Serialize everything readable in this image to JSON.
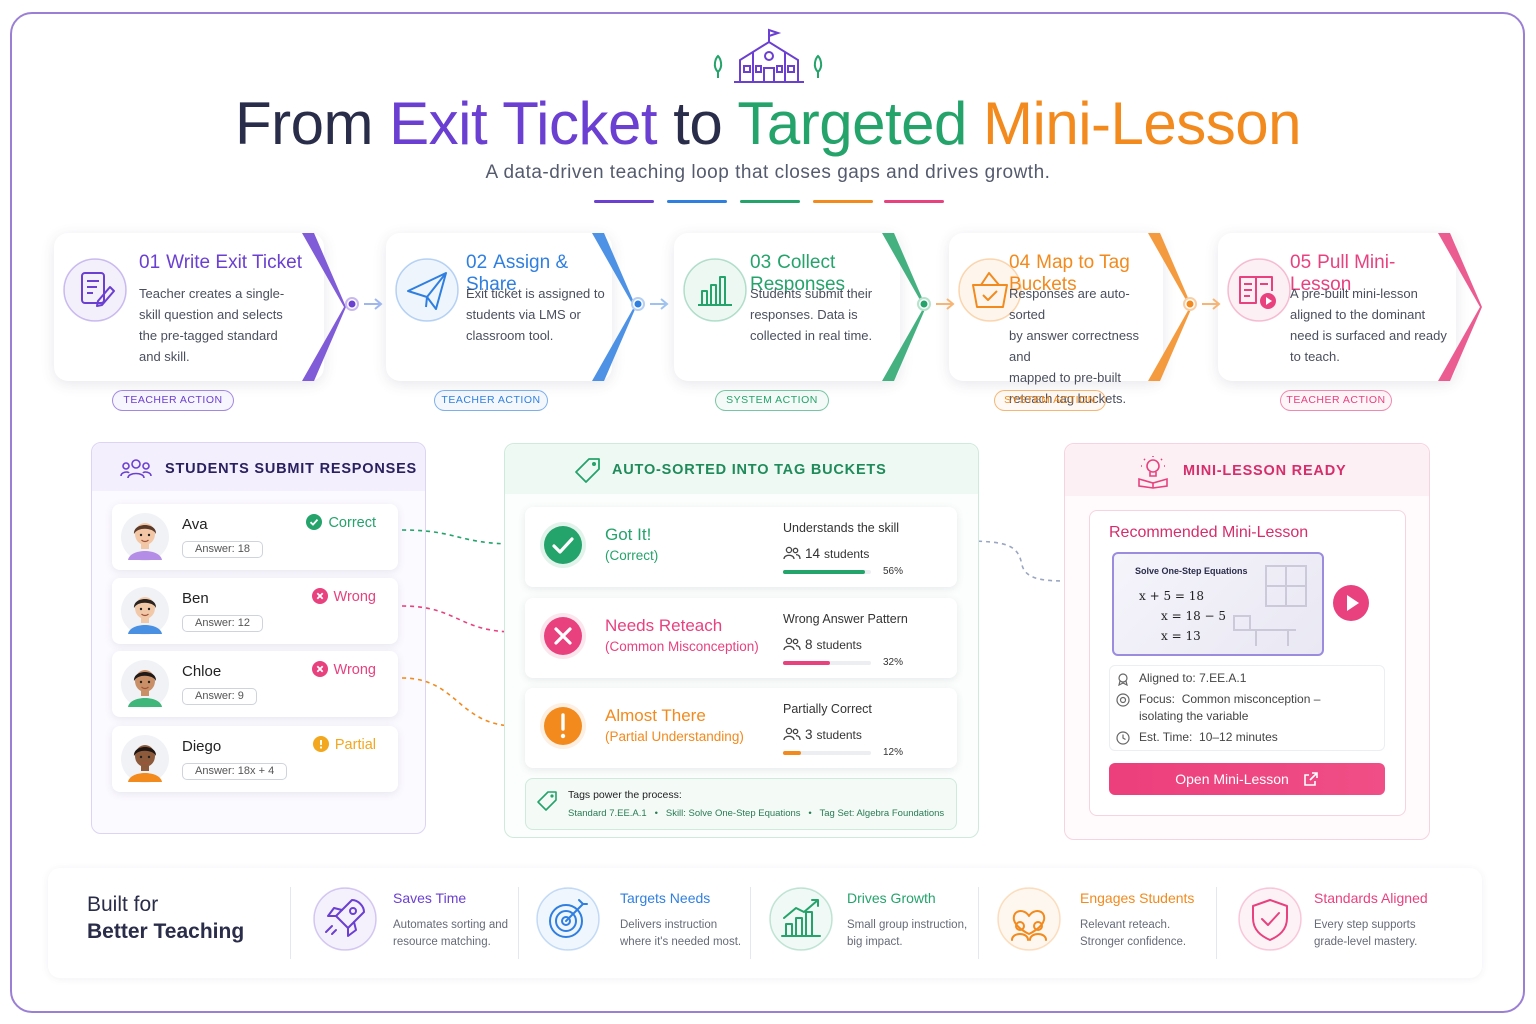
{
  "header": {
    "title_parts": [
      "From",
      "Exit Ticket",
      "to",
      "Targeted",
      "Mini-Lesson"
    ],
    "subtitle": "A data-driven teaching loop that closes gaps and drives growth.",
    "bar_colors": [
      "#6a3fd1",
      "#2f7fe0",
      "#24a36b",
      "#f28a1e",
      "#e8417e"
    ]
  },
  "steps": [
    {
      "num": "01",
      "title": "Write Exit Ticket",
      "desc": [
        "Teacher creates a single-",
        "skill question and selects",
        "the pre-tagged standard",
        "and skill."
      ],
      "tag": "TEACHER ACTION",
      "color": "#6a3fd1",
      "icon": "document-pencil-icon"
    },
    {
      "num": "02",
      "title": "Assign & Share",
      "desc": [
        "Exit ticket is assigned to",
        "students via LMS or",
        "classroom tool."
      ],
      "tag": "TEACHER ACTION",
      "color": "#2f7fe0",
      "icon": "paper-plane-icon"
    },
    {
      "num": "03",
      "title": "Collect Responses",
      "desc": [
        "Students submit their",
        "responses. Data is",
        "collected in real time."
      ],
      "tag": "SYSTEM ACTION",
      "color": "#24a36b",
      "icon": "bar-chart-icon"
    },
    {
      "num": "04",
      "title": "Map to Tag Buckets",
      "desc": [
        "Responses are auto-sorted",
        "by answer correctness and",
        "mapped to pre-built",
        "reteach tag buckets."
      ],
      "tag": "SYSTEM ACTION",
      "color": "#f28a1e",
      "icon": "basket-check-icon"
    },
    {
      "num": "05",
      "title": "Pull Mini-Lesson",
      "desc": [
        "A pre-built mini-lesson",
        "aligned to the dominant",
        "need is surfaced and ready",
        "to teach."
      ],
      "tag": "TEACHER ACTION",
      "color": "#e8417e",
      "icon": "book-play-icon"
    }
  ],
  "students_panel": {
    "title": "STUDENTS SUBMIT RESPONSES",
    "students": [
      {
        "name": "Ava",
        "answer": "Answer: 18",
        "status": "Correct",
        "kind": "correct"
      },
      {
        "name": "Ben",
        "answer": "Answer: 12",
        "status": "Wrong",
        "kind": "wrong"
      },
      {
        "name": "Chloe",
        "answer": "Answer: 9",
        "status": "Wrong",
        "kind": "wrong"
      },
      {
        "name": "Diego",
        "answer": "Answer: 18x + 4",
        "status": "Partial",
        "kind": "partial"
      }
    ]
  },
  "buckets_panel": {
    "title": "AUTO-SORTED INTO TAG BUCKETS",
    "buckets": [
      {
        "title": "Got It!",
        "sub": "(Correct)",
        "desc": "Understands the skill",
        "count": "14",
        "count_label": "students",
        "pct": "56%",
        "pct_value": 56,
        "color": "#24a36b"
      },
      {
        "title": "Needs Reteach",
        "sub": "(Common Misconception)",
        "desc": "Wrong Answer Pattern",
        "count": "8",
        "count_label": "students",
        "pct": "32%",
        "pct_value": 32,
        "color": "#e8417e"
      },
      {
        "title": "Almost There",
        "sub": "(Partial Understanding)",
        "desc": "Partially Correct",
        "count": "3",
        "count_label": "students",
        "pct": "12%",
        "pct_value": 12,
        "color": "#f28a1e"
      }
    ],
    "tags": {
      "title": "Tags power the process:",
      "line": "Standard 7.EE.A.1   •   Skill: Solve One-Step Equations   •   Tag Set: Algebra Foundations"
    }
  },
  "mini_lesson": {
    "title": "MINI-LESSON READY",
    "card_title": "Recommended Mini-Lesson",
    "video_title": "Solve One-Step Equations",
    "equations": [
      "x + 5 = 18",
      "x = 18 − 5",
      "x = 13"
    ],
    "aligned_label": "Aligned to:",
    "aligned_value": "7.EE.A.1",
    "focus_label": "Focus:",
    "focus_value_1": "Common misconception –",
    "focus_value_2": "isolating the variable",
    "time_label": "Est. Time:",
    "time_value": "10–12 minutes",
    "button": "Open Mini-Lesson"
  },
  "bottom": {
    "heading_1": "Built for",
    "heading_2": "Better Teaching",
    "features": [
      {
        "title": "Saves Time",
        "desc": [
          "Automates sorting and",
          "resource matching."
        ],
        "color": "#6a3fd1",
        "icon": "rocket-icon"
      },
      {
        "title": "Targets Needs",
        "desc": [
          "Delivers instruction",
          "where it's needed most."
        ],
        "color": "#2f7fe0",
        "icon": "target-icon"
      },
      {
        "title": "Drives Growth",
        "desc": [
          "Small group instruction,",
          "big impact."
        ],
        "color": "#24a36b",
        "icon": "growth-chart-icon"
      },
      {
        "title": "Engages Students",
        "desc": [
          "Relevant reteach.",
          "Stronger confidence."
        ],
        "color": "#f28a1e",
        "icon": "heart-people-icon"
      },
      {
        "title": "Standards Aligned",
        "desc": [
          "Every step supports",
          "grade-level mastery."
        ],
        "color": "#e8417e",
        "icon": "shield-check-icon"
      }
    ]
  }
}
